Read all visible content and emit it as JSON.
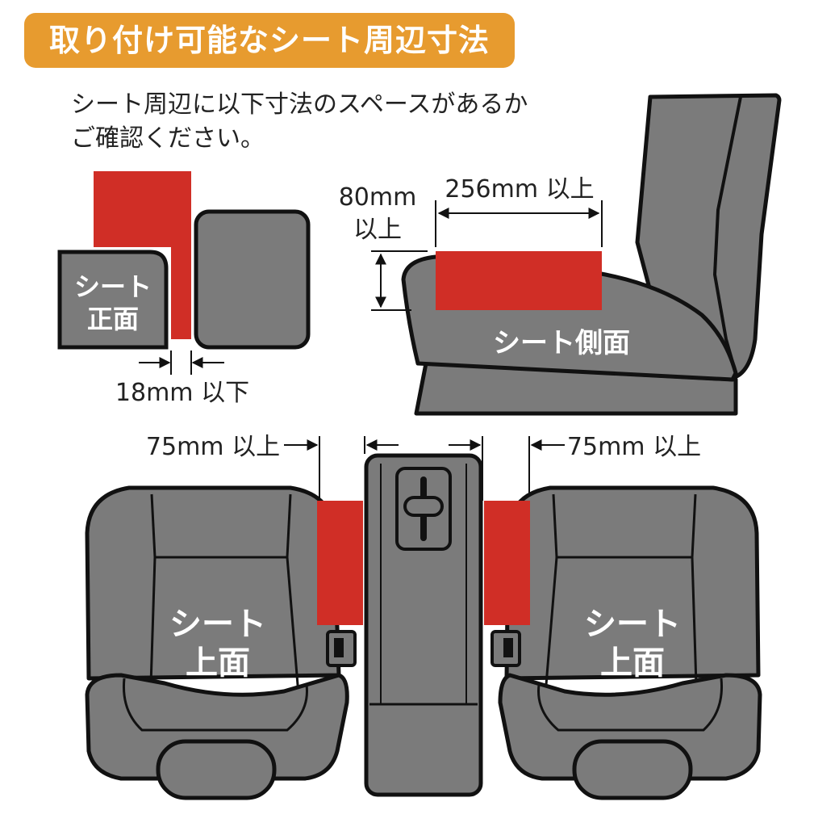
{
  "title": "取り付け可能なシート周辺寸法",
  "description": {
    "line1": "シート周辺に以下寸法のスペースがあるか",
    "line2": "ご確認ください。"
  },
  "front_view": {
    "seat_label_1": "シート",
    "seat_label_2": "正面",
    "gap_label": "18mm 以下"
  },
  "side_view": {
    "width_label": "256mm 以上",
    "height_label_1": "80mm",
    "height_label_2": "以上",
    "seat_label": "シート側面"
  },
  "top_view": {
    "left_gap_label": "75mm 以上",
    "right_gap_label": "75mm 以上",
    "left_seat_label_1": "シート",
    "left_seat_label_2": "上面",
    "right_seat_label_1": "シート",
    "right_seat_label_2": "上面"
  },
  "colors": {
    "badge": "#e79b2f",
    "seat_gray": "#7b7b7b",
    "space_red": "#d02e26",
    "outline": "#111111"
  }
}
